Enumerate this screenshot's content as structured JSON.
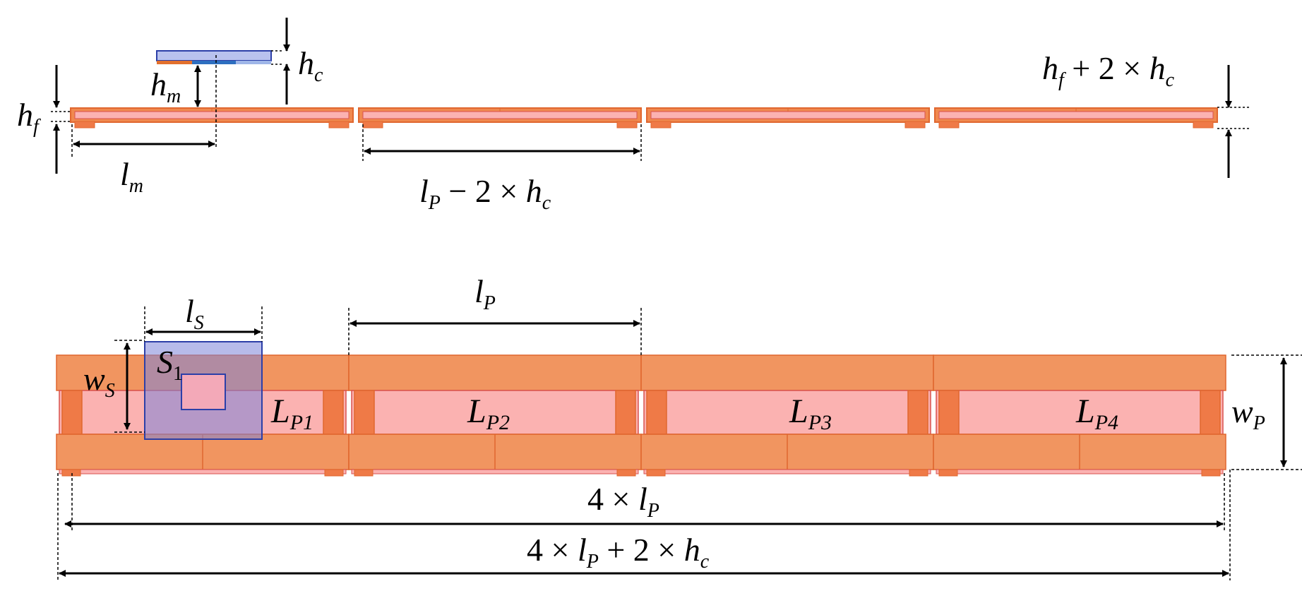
{
  "colors": {
    "frame": "#f0894f",
    "frame_stroke": "#e0672f",
    "pad": "#fbb2b1",
    "pad_stroke": "#d9534f",
    "post": "#ef7a47",
    "sensor": "#7b84d9",
    "sensor_stroke": "#2c3fa8",
    "module_blue": "#2d6fc0",
    "module_orange": "#e2702d",
    "line": "#000000"
  },
  "side_view": {
    "hc": {
      "main": "h",
      "sub": "c"
    },
    "hm": {
      "main": "h",
      "sub": "m"
    },
    "hf": {
      "main": "h",
      "sub": "f"
    },
    "lm": {
      "main": "l",
      "sub": "m"
    },
    "lp_minus": {
      "l": "l",
      "lsub": "P",
      "op": " − 2 × ",
      "h": "h",
      "hsub": "c"
    },
    "hf_plus": {
      "h": "h",
      "hsub": "f",
      "op": " + 2 × ",
      "h2": "h",
      "h2sub": "c"
    }
  },
  "top_view": {
    "ls": {
      "main": "l",
      "sub": "S"
    },
    "lp": {
      "main": "l",
      "sub": "P"
    },
    "ws": {
      "main": "w",
      "sub": "S"
    },
    "wp": {
      "main": "w",
      "sub": "P"
    },
    "s1": {
      "main": "S",
      "sub": "1"
    },
    "pads": [
      {
        "main": "L",
        "sub": "P1"
      },
      {
        "main": "L",
        "sub": "P2"
      },
      {
        "main": "L",
        "sub": "P3"
      },
      {
        "main": "L",
        "sub": "P4"
      }
    ],
    "total": {
      "pre": "4 × ",
      "l": "l",
      "lsub": "P"
    },
    "total_plus": {
      "pre": "4 × ",
      "l": "l",
      "lsub": "P",
      "op": " + 2 × ",
      "h": "h",
      "hsub": "c"
    }
  }
}
